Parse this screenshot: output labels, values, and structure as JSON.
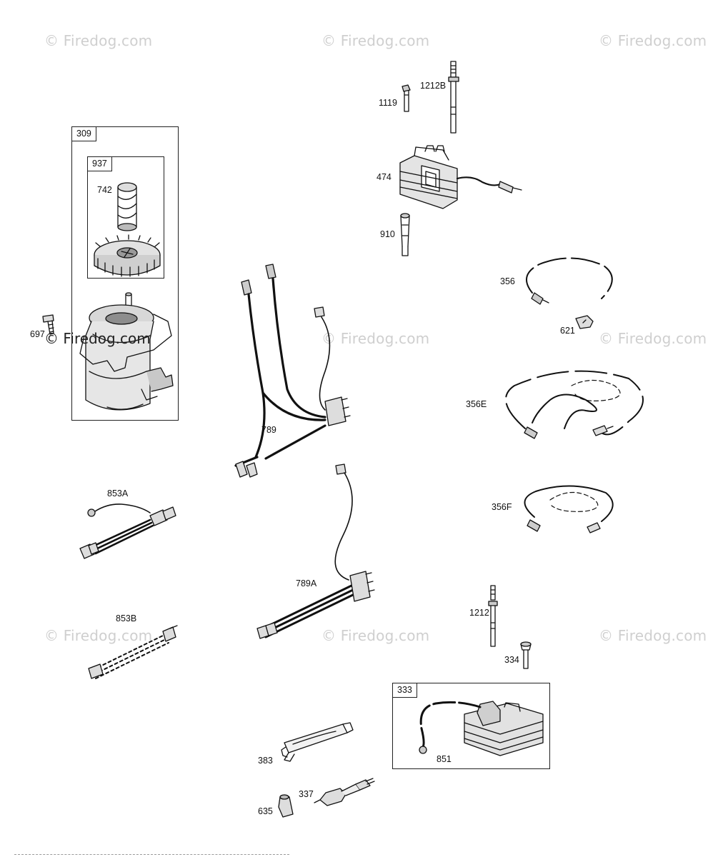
{
  "watermark": "© Firedog.com",
  "callouts": {
    "c309": "309",
    "c937": "937",
    "c742": "742",
    "c697": "697",
    "c1119": "1119",
    "c1212B": "1212B",
    "c474": "474",
    "c910": "910",
    "c356": "356",
    "c621": "621",
    "c789": "789",
    "c356E": "356E",
    "c853A": "853A",
    "c356F": "356F",
    "c789A": "789A",
    "c853B": "853B",
    "c1212": "1212",
    "c334": "334",
    "c333": "333",
    "c851": "851",
    "c383": "383",
    "c337": "337",
    "c635": "635"
  },
  "colors": {
    "line": "#111111",
    "fill_light": "#d8d8d8",
    "fill_mid": "#a8a8a8",
    "watermark": "#cfcfcf"
  }
}
